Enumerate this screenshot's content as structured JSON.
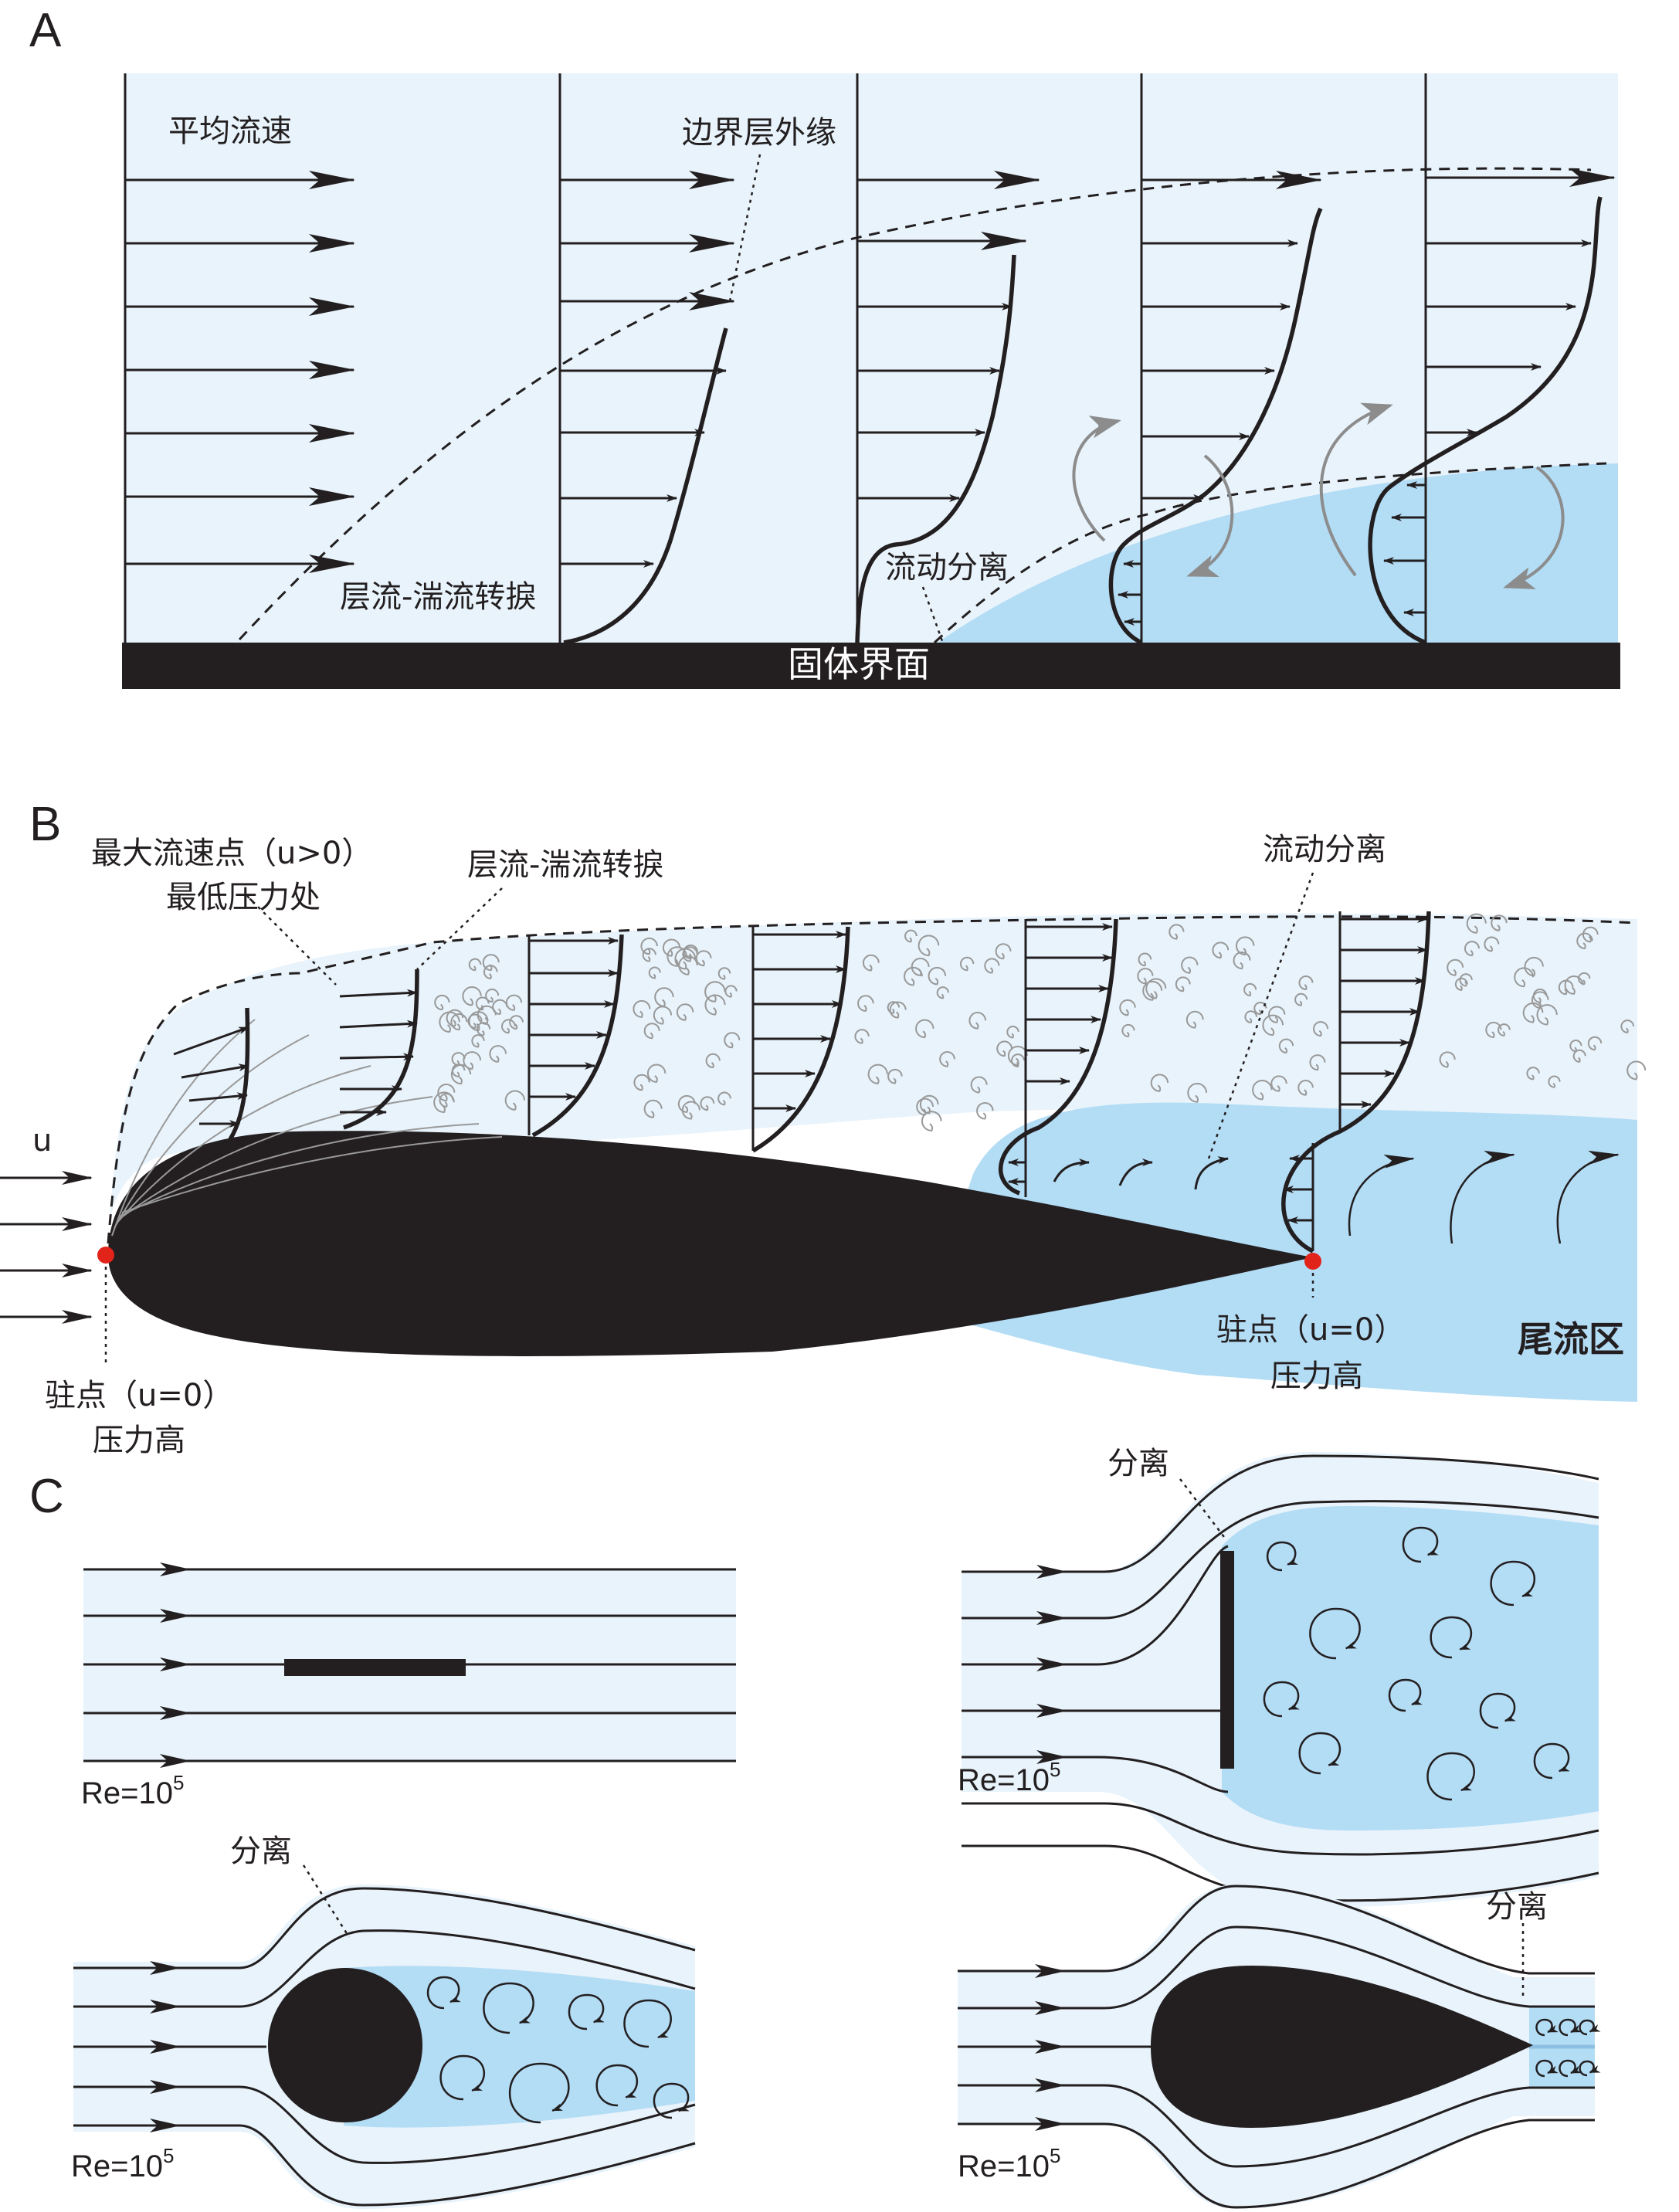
{
  "panel_labels": {
    "a": "A",
    "b": "B",
    "c": "C"
  },
  "panel_a": {
    "mean_velocity": "平均流速",
    "boundary_layer_edge": "边界层外缘",
    "transition": "层流-湍流转捩",
    "separation": "流动分离",
    "solid_interface": "固体界面"
  },
  "panel_b": {
    "max_velocity_line1": "最大流速点（u>0）",
    "max_velocity_line2": "最低压力处",
    "transition": "层流-湍流转捩",
    "separation": "流动分离",
    "u_symbol": "u",
    "stagnation_front_line1": "驻点（u=0）",
    "stagnation_front_line2": "压力高",
    "stagnation_rear_line1": "驻点（u=0）",
    "stagnation_rear_line2": "压力高",
    "wake": "尾流区"
  },
  "panel_c": {
    "separation": "分离",
    "re_base": "Re=10",
    "re_exp": "5"
  },
  "colors": {
    "ink": "#231f20",
    "light_blue": "#e8f3fb",
    "wake_blue": "#b3dcf5",
    "grey_arrow": "#8c8c8c",
    "stagnation": "#e2231a"
  }
}
